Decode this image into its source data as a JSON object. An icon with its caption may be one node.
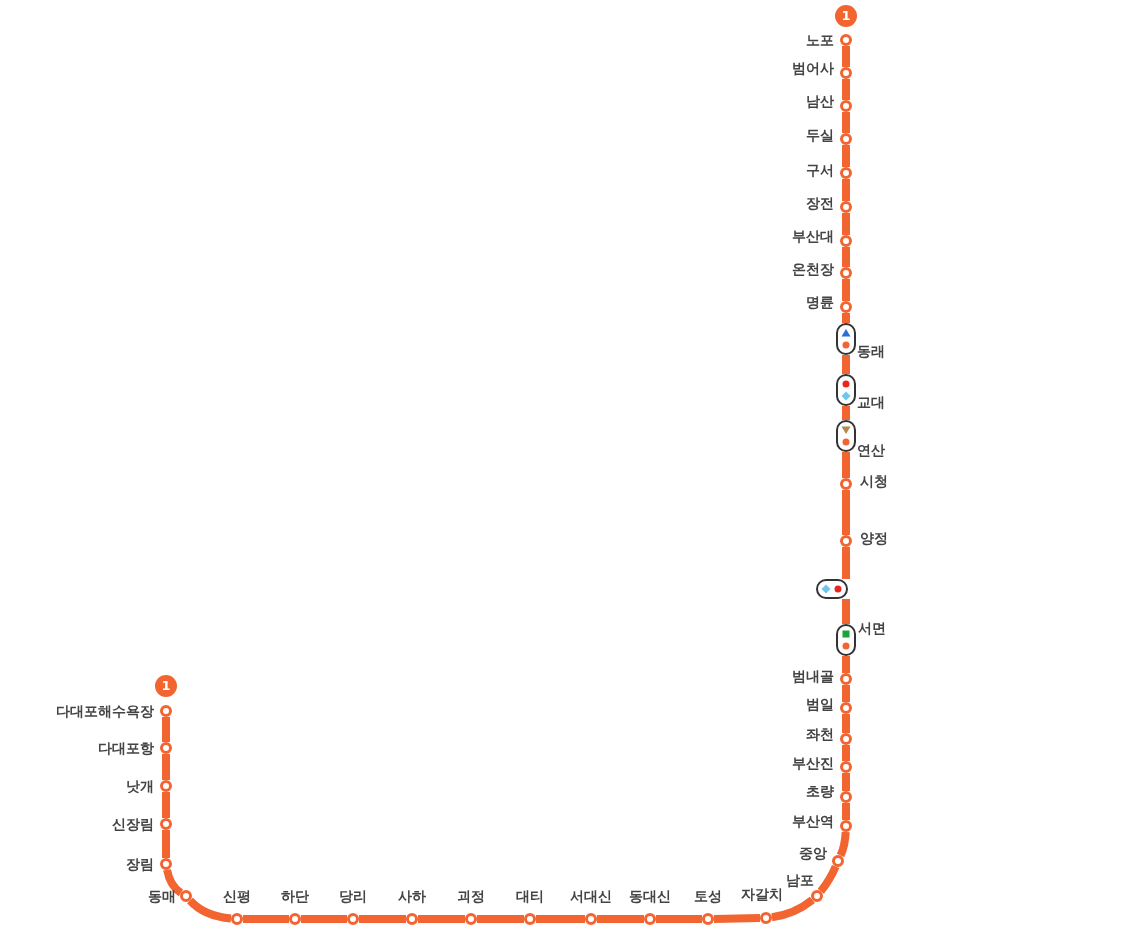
{
  "diagram": {
    "nodes": [
      {
        "text": [
          "1"
        ]
      },
      {
        "text": [],
        "shape": "circle",
        "beside": [
          "다대포해수욕장"
        ]
      },
      {
        "text": [],
        "shape": "circle",
        "beside": [
          "다대포항"
        ]
      },
      {
        "text": [],
        "shape": "circle",
        "beside": [
          "낫개"
        ]
      },
      {
        "text": [],
        "shape": "circle",
        "beside": [
          "신장림"
        ]
      },
      {
        "text": [],
        "shape": "circle",
        "beside": [
          "장림"
        ]
      },
      {
        "text": [],
        "shape": "circle",
        "beside": [
          "동매"
        ]
      },
      {
        "text": [],
        "shape": "circle",
        "beside": [
          "신평"
        ]
      },
      {
        "text": [],
        "shape": "circle",
        "beside": [
          "하단"
        ]
      },
      {
        "text": [],
        "shape": "circle",
        "beside": [
          "당리"
        ]
      },
      {
        "text": [],
        "shape": "circle",
        "beside": [
          "사하"
        ]
      },
      {
        "text": [],
        "shape": "circle",
        "beside": [
          "괴정"
        ]
      },
      {
        "text": [],
        "shape": "circle",
        "beside": [
          "대티"
        ]
      },
      {
        "text": [],
        "shape": "circle",
        "beside": [
          "서대신"
        ]
      },
      {
        "text": [],
        "shape": "circle",
        "beside": [
          "동대신"
        ]
      },
      {
        "text": [],
        "shape": "circle",
        "beside": [
          "토성"
        ]
      },
      {
        "text": [],
        "shape": "circle",
        "beside": [
          "자갈치"
        ]
      },
      {
        "text": [],
        "shape": "circle",
        "beside": [
          "남포"
        ]
      },
      {
        "text": [],
        "shape": "circle",
        "beside": [
          "중앙"
        ]
      },
      {
        "text": [],
        "shape": "circle",
        "beside": [
          "부산역"
        ]
      },
      {
        "text": [],
        "shape": "circle",
        "beside": [
          "초량"
        ]
      },
      {
        "text": [],
        "shape": "circle",
        "beside": [
          "부산진"
        ]
      },
      {
        "text": [],
        "shape": "circle",
        "beside": [
          "좌천"
        ]
      },
      {
        "text": [],
        "shape": "circle",
        "beside": [
          "범일"
        ]
      },
      {
        "text": [],
        "shape": "circle",
        "beside": [
          "범내골"
        ]
      },
      {
        "text": [],
        "shape": "box",
        "beside": [
          "서면"
        ]
      },
      {
        "text": [],
        "shape": "box"
      },
      {
        "text": [],
        "shape": "circle",
        "beside": [
          "양정"
        ]
      },
      {
        "text": [],
        "shape": "circle",
        "beside": [
          "시청"
        ]
      },
      {
        "text": [],
        "shape": "box",
        "beside": [
          "연산"
        ]
      },
      {
        "text": [],
        "shape": "box",
        "beside": [
          "교대"
        ]
      },
      {
        "text": [],
        "shape": "box",
        "beside": [
          "동래"
        ]
      },
      {
        "text": [],
        "shape": "circle",
        "beside": [
          "명륜"
        ]
      },
      {
        "text": [],
        "shape": "circle",
        "beside": [
          "온천장"
        ]
      },
      {
        "text": [],
        "shape": "circle",
        "beside": [
          "부산대"
        ]
      },
      {
        "text": [],
        "shape": "circle",
        "beside": [
          "장전"
        ]
      },
      {
        "text": [],
        "shape": "circle",
        "beside": [
          "구서"
        ]
      },
      {
        "text": [],
        "shape": "circle",
        "beside": [
          "두실"
        ]
      },
      {
        "text": [],
        "shape": "circle",
        "beside": [
          "남산"
        ]
      },
      {
        "text": [],
        "shape": "circle",
        "beside": [
          "범어사"
        ]
      },
      {
        "text": [],
        "shape": "circle",
        "beside": [
          "노포"
        ]
      },
      {
        "text": [
          "1"
        ]
      }
    ],
    "edges": [
      {
        "from": 1,
        "to": 2,
        "arrow": "none"
      },
      {
        "from": 2,
        "to": 3,
        "arrow": "none"
      },
      {
        "from": 3,
        "to": 4,
        "arrow": "none"
      },
      {
        "from": 4,
        "to": 5,
        "arrow": "none"
      },
      {
        "from": 5,
        "to": 6,
        "arrow": "none"
      },
      {
        "from": 6,
        "to": 7,
        "arrow": "none"
      },
      {
        "from": 7,
        "to": 8,
        "arrow": "none"
      },
      {
        "from": 8,
        "to": 9,
        "arrow": "none"
      },
      {
        "from": 9,
        "to": 10,
        "arrow": "none"
      },
      {
        "from": 10,
        "to": 11,
        "arrow": "none"
      },
      {
        "from": 11,
        "to": 12,
        "arrow": "none"
      },
      {
        "from": 12,
        "to": 13,
        "arrow": "none"
      },
      {
        "from": 13,
        "to": 14,
        "arrow": "none"
      },
      {
        "from": 14,
        "to": 15,
        "arrow": "none"
      },
      {
        "from": 15,
        "to": 16,
        "arrow": "none"
      },
      {
        "from": 16,
        "to": 17,
        "arrow": "none"
      },
      {
        "from": 17,
        "to": 18,
        "arrow": "none"
      },
      {
        "from": 18,
        "to": 19,
        "arrow": "none"
      },
      {
        "from": 19,
        "to": 20,
        "arrow": "none"
      },
      {
        "from": 20,
        "to": 21,
        "arrow": "none"
      },
      {
        "from": 21,
        "to": 22,
        "arrow": "none"
      },
      {
        "from": 22,
        "to": 23,
        "arrow": "none"
      },
      {
        "from": 23,
        "to": 24,
        "arrow": "none"
      },
      {
        "from": 24,
        "to": 25,
        "arrow": "none"
      },
      {
        "from": 25,
        "to": 26,
        "arrow": "none"
      },
      {
        "from": 26,
        "to": 27,
        "arrow": "none"
      },
      {
        "from": 27,
        "to": 28,
        "arrow": "none"
      },
      {
        "from": 28,
        "to": 29,
        "arrow": "none"
      },
      {
        "from": 29,
        "to": 30,
        "arrow": "none"
      },
      {
        "from": 30,
        "to": 31,
        "arrow": "none"
      },
      {
        "from": 31,
        "to": 32,
        "arrow": "none"
      },
      {
        "from": 32,
        "to": 33,
        "arrow": "none"
      },
      {
        "from": 33,
        "to": 34,
        "arrow": "none"
      },
      {
        "from": 34,
        "to": 35,
        "arrow": "none"
      },
      {
        "from": 35,
        "to": 36,
        "arrow": "none"
      },
      {
        "from": 36,
        "to": 37,
        "arrow": "none"
      },
      {
        "from": 37,
        "to": 38,
        "arrow": "none"
      },
      {
        "from": 38,
        "to": 39,
        "arrow": "none"
      },
      {
        "from": 39,
        "to": 40,
        "arrow": "none"
      }
    ]
  }
}
